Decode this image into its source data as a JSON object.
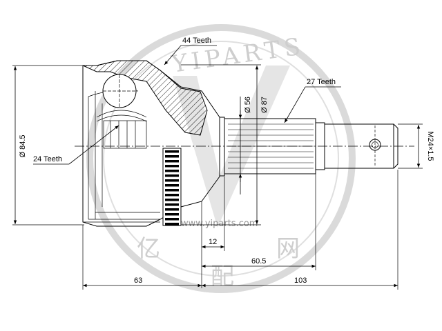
{
  "labels": {
    "teeth_44": "44 Teeth",
    "teeth_27": "27 Teeth",
    "teeth_24": "24 Teeth",
    "dia_84_5": "Ø 84.5",
    "dia_56": "Ø 56",
    "dia_87": "Ø 87",
    "thread": "M24×1.5",
    "dim_12": "12",
    "dim_60_5": "60.5",
    "dim_63": "63",
    "dim_103": "103"
  },
  "watermark": {
    "url": "www.yiparts.com",
    "ring": "YIPARTS",
    "chars": [
      "亿",
      "配",
      "网"
    ]
  }
}
